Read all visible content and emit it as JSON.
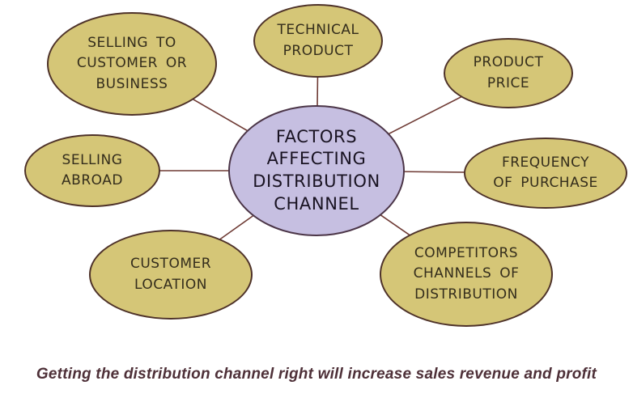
{
  "title": "Factors affecting distribution channel diagram",
  "colors": {
    "factor-fill": "#d5c677",
    "factor-outline": "#4e3229",
    "factor-text": "#342d1c",
    "hub-fill": "#c6bfe1",
    "hub-outline": "#4b3547",
    "hub-text": "#191322",
    "connector": "#6e3a34",
    "caption-color": "#4e3038"
  },
  "hub": {
    "label": "FACTORS AFFECTING DISTRIBUTION CHANNEL",
    "lines": [
      "FACTORS",
      "AFFECTING",
      "DISTRIBUTION",
      "CHANNEL"
    ]
  },
  "factors": [
    {
      "label": "SELLING TO CUSTOMER OR BUSINESS",
      "lines": [
        "SELLING TO",
        "CUSTOMER OR",
        "BUSINESS"
      ]
    },
    {
      "label": "TECHNICAL PRODUCT",
      "lines": [
        "TECHNICAL",
        "PRODUCT"
      ]
    },
    {
      "label": "PRODUCT PRICE",
      "lines": [
        "PRODUCT",
        "PRICE"
      ]
    },
    {
      "label": "FREQUENCY OF PURCHASE",
      "lines": [
        "FREQUENCY",
        "OF PURCHASE"
      ]
    },
    {
      "label": "COMPETITORS CHANNELS OF DISTRIBUTION",
      "lines": [
        "COMPETITORS",
        "CHANNELS OF",
        "DISTRIBUTION"
      ]
    },
    {
      "label": "CUSTOMER LOCATION",
      "lines": [
        "CUSTOMER",
        "LOCATION"
      ]
    },
    {
      "label": "SELLING ABROAD",
      "lines": [
        "SELLING",
        "ABROAD"
      ]
    }
  ],
  "caption": "Getting the distribution channel right will increase sales revenue and profit"
}
